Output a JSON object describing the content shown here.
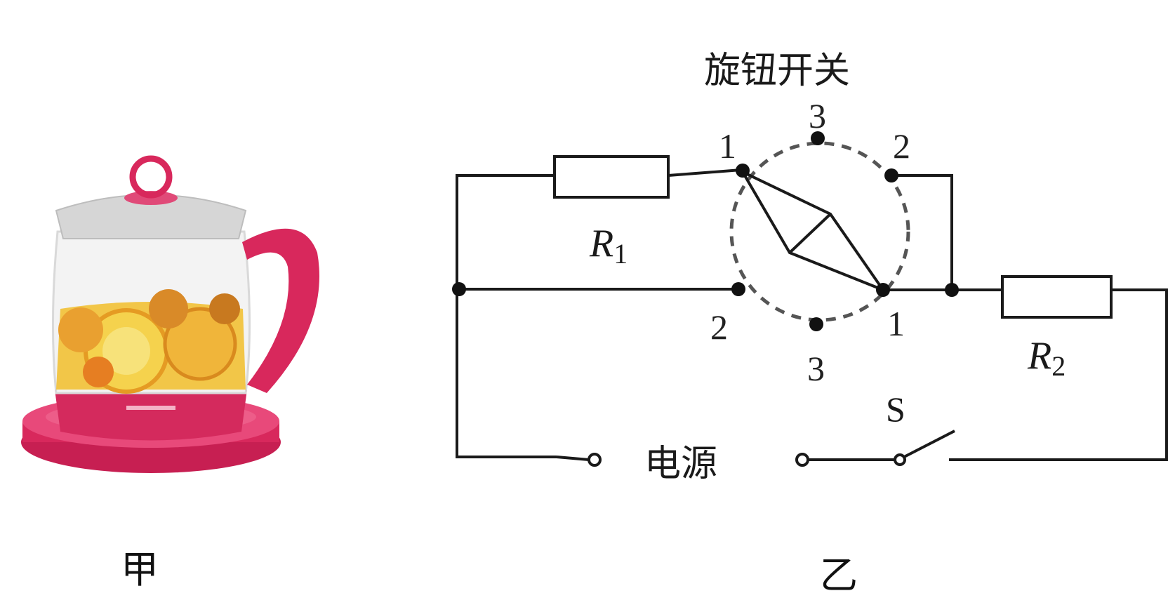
{
  "figure": {
    "left_caption": "甲",
    "right_caption": "乙"
  },
  "circuit": {
    "knob_switch_label": "旋钮开关",
    "resistor_1": {
      "symbol": "R",
      "subscript": "1"
    },
    "resistor_2": {
      "symbol": "R",
      "subscript": "2"
    },
    "contacts": {
      "upper_left": "1",
      "top": "3",
      "upper_right": "2",
      "lower_left": "2",
      "bottom": "3",
      "lower_right": "1"
    },
    "power_label": "电源",
    "switch_label": "S"
  },
  "colors": {
    "kettle_body": "#d8285c",
    "wire": "#1a1a1a",
    "contact_number": "#222222"
  }
}
